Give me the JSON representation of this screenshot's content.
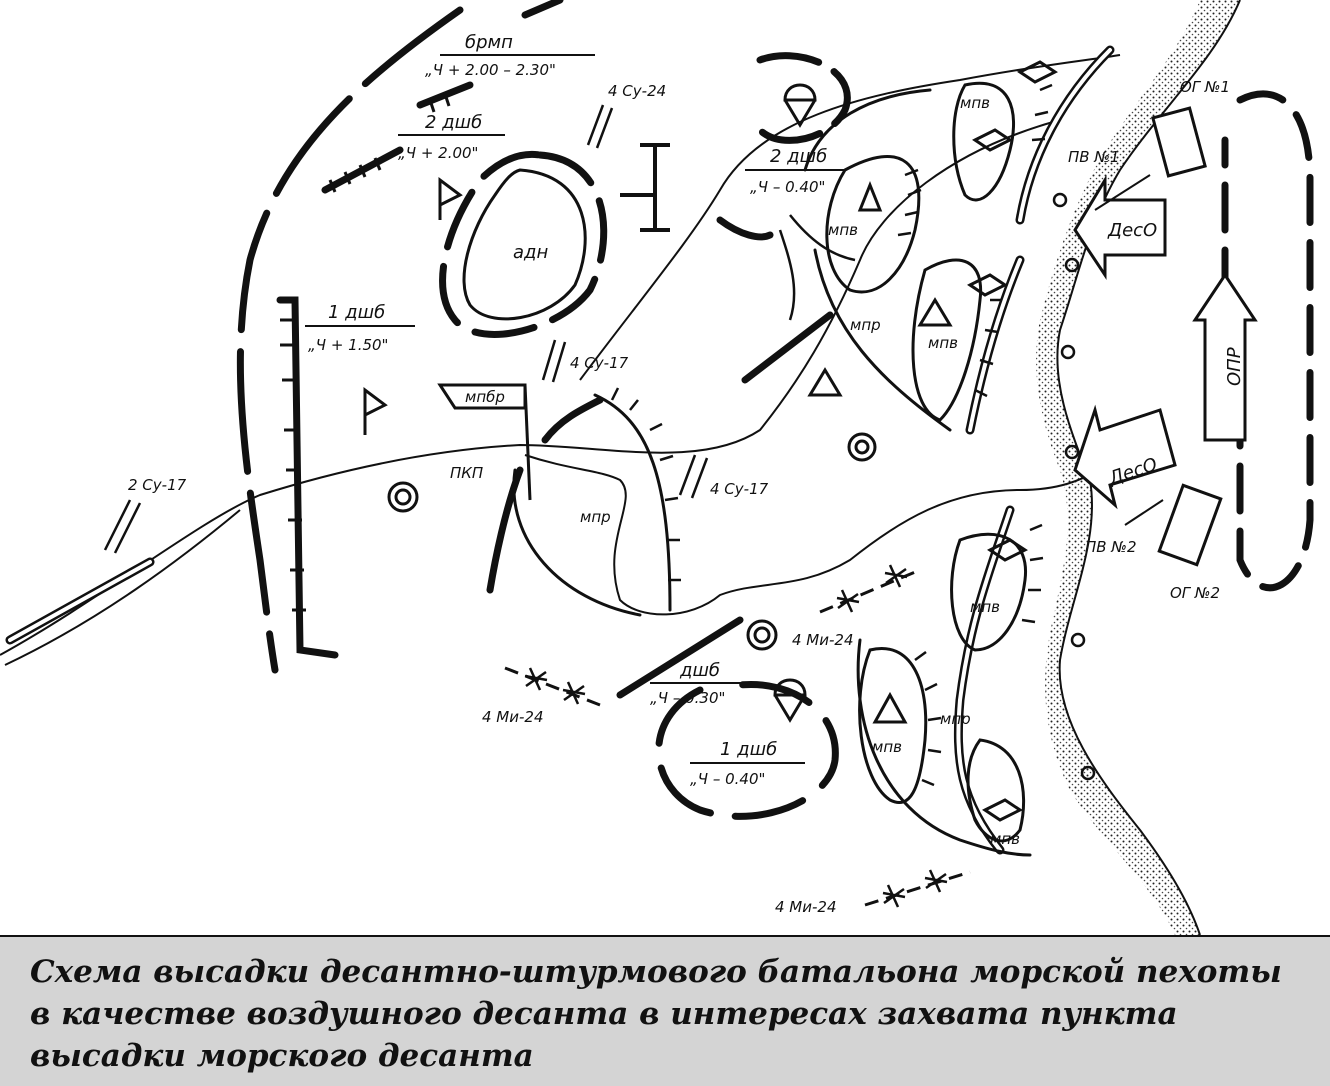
{
  "map": {
    "units": {
      "brmp": "брмп",
      "brmp_time": "„Ч + 2.00 – 2.30\"",
      "dshb2_left": "2 дшб",
      "dshb2_left_time": "„Ч + 2.00\"",
      "dshb1_left": "1 дшб",
      "dshb1_left_time": "„Ч + 1.50\"",
      "dshb2_center": "2 дшб",
      "dshb2_center_time": "„Ч – 0.40\"",
      "dshb_bottom": "дшб",
      "dshb_bottom_time": "„Ч – 0.30\"",
      "dshb1_bottom": "1 дшб",
      "dshb1_bottom_time": "„Ч – 0.40\"",
      "adn": "адн",
      "mpbr": "мпбр",
      "pkp": "ПКП"
    },
    "positions": {
      "mpv_1": "мпв",
      "mpv_2": "мпв",
      "mpv_3": "мпв",
      "mpv_4": "мпв",
      "mpv_5": "мпв",
      "mpv_6": "мпв",
      "mpr_1": "мпр",
      "mpr_2": "мпр",
      "mpr_3": "мпр"
    },
    "aviation": {
      "su24": "4 Су-24",
      "su17_a": "4 Су-17",
      "su17_b": "4 Су-17",
      "su17_c": "2 Су-17",
      "mi24_a": "4 Ми-24",
      "mi24_b": "4 Ми-24",
      "mi24_c": "4 Ми-24"
    },
    "coast": {
      "og1": "ОГ №1",
      "og2": "ОГ №2",
      "pv1": "ПВ №1",
      "pv2": "ПВ №2",
      "deso_1": "ДесО",
      "deso_2": "ДесО",
      "opr": "ОПР"
    }
  },
  "caption": "Схема высадки десантно-штурмового батальона морской пехоты\nв качестве воздушного десанта в интересах захвата пункта\nвысадки морского десанта",
  "colors": {
    "ink": "#111111",
    "caption_bg": "#d4d4d4",
    "paper": "#ffffff"
  }
}
